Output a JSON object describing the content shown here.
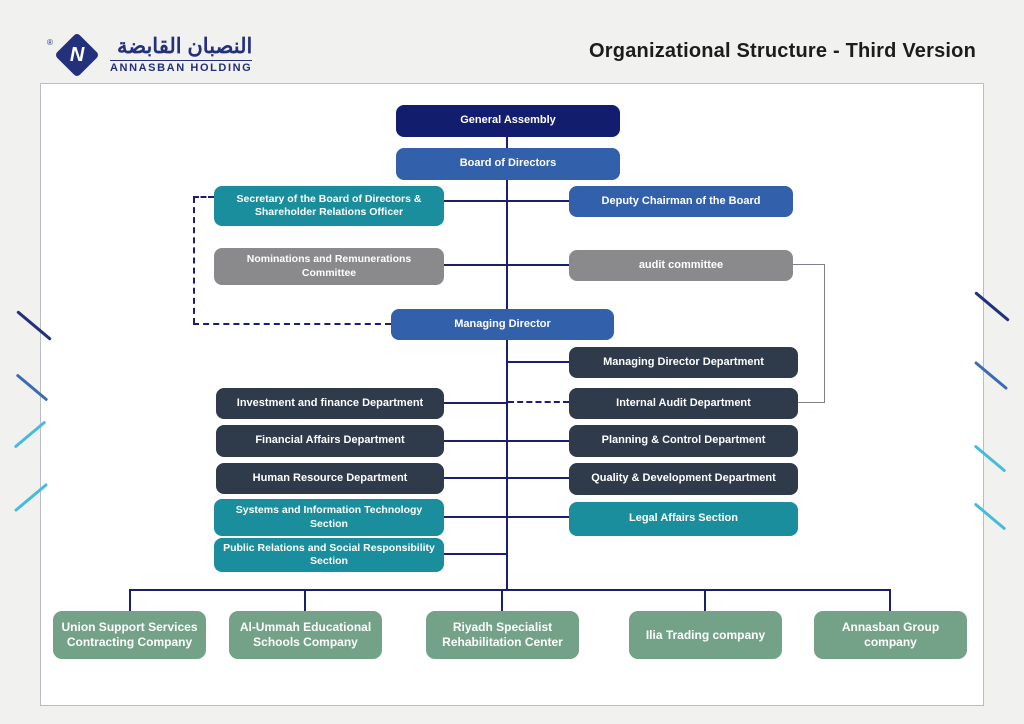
{
  "header": {
    "logo": {
      "arabic": "النصبان القابضة",
      "english": "ANNASBAN HOLDING",
      "mark": "®",
      "monogram": "N"
    },
    "title": "Organizational Structure - Third Version"
  },
  "palette": {
    "dark_navy": "#121d6e",
    "blue": "#3360aa",
    "teal": "#1a8e9d",
    "gray": "#8a8a8c",
    "charcoal": "#2f3a4b",
    "green": "#74a289",
    "connector_navy": "#1b1f70",
    "audit_link_gray": "#7c818c",
    "accent_cyan": "#45bcd9",
    "page_background": "#f1f1ef"
  },
  "org": {
    "general_assembly": "General Assembly",
    "board_of_directors": "Board of Directors",
    "secretary": "Secretary of the Board of Directors & Shareholder Relations Officer",
    "deputy_chairman": "Deputy Chairman of the Board",
    "nominations": "Nominations and Remunerations Committee",
    "audit_committee": "audit committee",
    "managing_director": "Managing Director",
    "managing_director_department": "Managing Director Department",
    "investment_finance": "Investment and finance Department",
    "internal_audit": "Internal Audit Department",
    "financial_affairs": "Financial Affairs  Department",
    "planning_control": "Planning & Control Department",
    "human_resource": "Human Resource  Department",
    "quality_development": "Quality & Development Department",
    "systems_it": "Systems and Information Technology Section",
    "legal_affairs": "Legal Affairs Section",
    "public_relations": "Public Relations and Social Responsibility Section"
  },
  "companies": [
    "Union Support Services Contracting Company",
    "Al-Ummah Educational Schools Company",
    "Riyadh Specialist Rehabilitation Center",
    "Ilia Trading company",
    "Annasban Group company"
  ]
}
